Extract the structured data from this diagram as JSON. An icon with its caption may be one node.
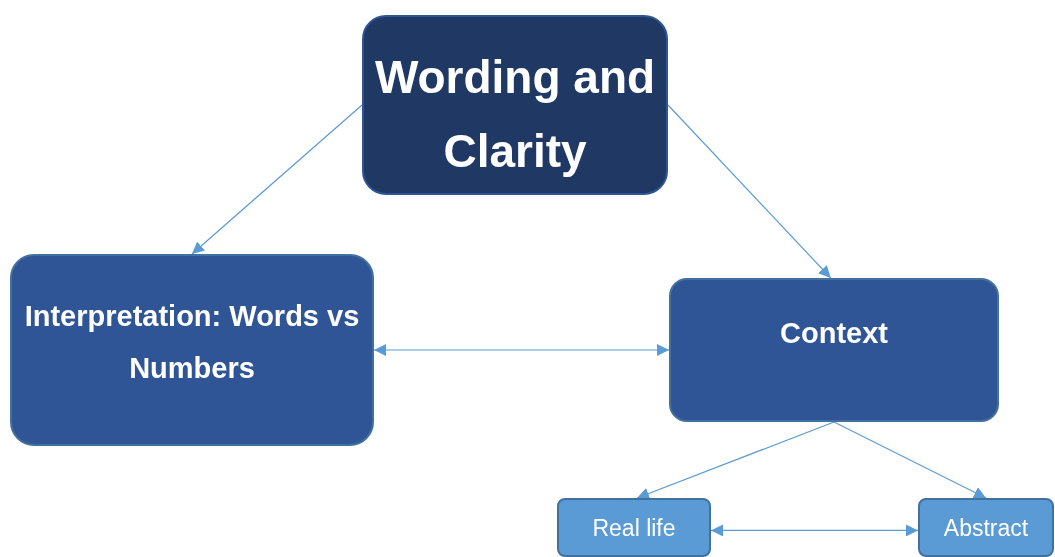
{
  "diagram": {
    "nodes": [
      {
        "text": [
          "Wording and Clarity"
        ]
      },
      {
        "text": [
          "Interpretation: Words vs Numbers"
        ]
      },
      {
        "text": [
          "Context"
        ]
      },
      {
        "text": [
          "Real life"
        ]
      },
      {
        "text": [
          "Abstract"
        ]
      }
    ],
    "edges": [
      {
        "from": 0,
        "to": 1,
        "arrow": "to"
      },
      {
        "from": 0,
        "to": 2,
        "arrow": "to"
      },
      {
        "from": 1,
        "to": 2,
        "arrow": "both"
      },
      {
        "from": 2,
        "to": 3,
        "arrow": "to"
      },
      {
        "from": 2,
        "to": 4,
        "arrow": "to"
      },
      {
        "from": 3,
        "to": 4,
        "arrow": "both"
      }
    ]
  }
}
